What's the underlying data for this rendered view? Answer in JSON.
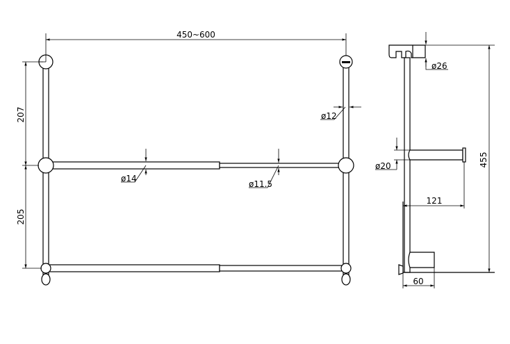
{
  "front_view": {
    "width_dim": "450~600",
    "upper_height_dim": "207",
    "lower_height_dim": "205",
    "post_diameter": "ø12",
    "thick_bar_diameter": "ø14",
    "thin_bar_diameter": "ø11.5"
  },
  "side_view": {
    "total_height_dim": "455",
    "bracket_diameter": "ø26",
    "arm_diameter": "ø20",
    "arm_length_dim": "121",
    "base_depth_dim": "60"
  },
  "colors": {
    "line": "#000000",
    "background": "#ffffff"
  }
}
